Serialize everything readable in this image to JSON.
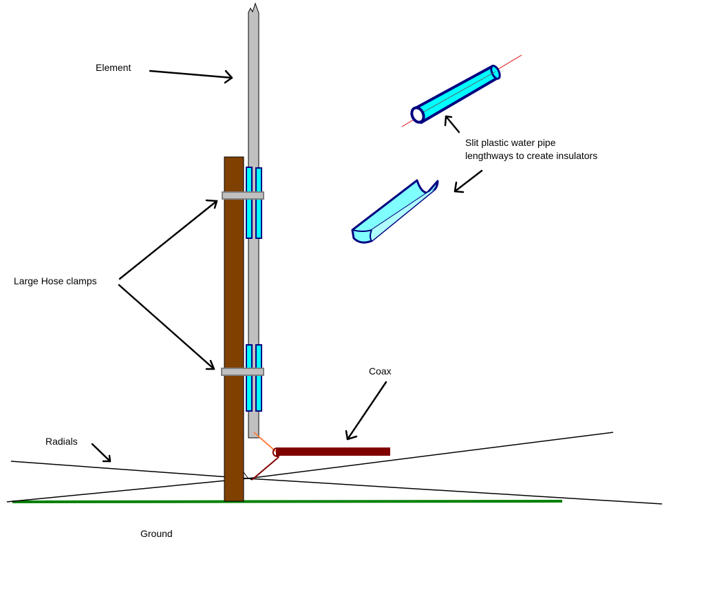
{
  "diagram": {
    "title": "Ground-mounted vertical antenna with insulated element and radials",
    "labels": {
      "element": "Element",
      "insulator_line1": "Slit plastic water pipe",
      "insulator_line2": "lengthways to create insulators",
      "hose_clamps": "Large Hose clamps",
      "coax": "Coax",
      "radials": "Radials",
      "ground": "Ground"
    },
    "colors": {
      "element": "#c0c0c0",
      "post": "#804000",
      "insulator_fill": "#00ffff",
      "insulator_fill_light": "#80ffff",
      "insulator_outline": "#000080",
      "clamp": "#c0c0c0",
      "clamp_outline": "#808080",
      "coax": "#800000",
      "feed_center": "#ff8040",
      "ground": "#008000",
      "arrow": "#000000",
      "pipe_axis": "#e00000"
    }
  }
}
